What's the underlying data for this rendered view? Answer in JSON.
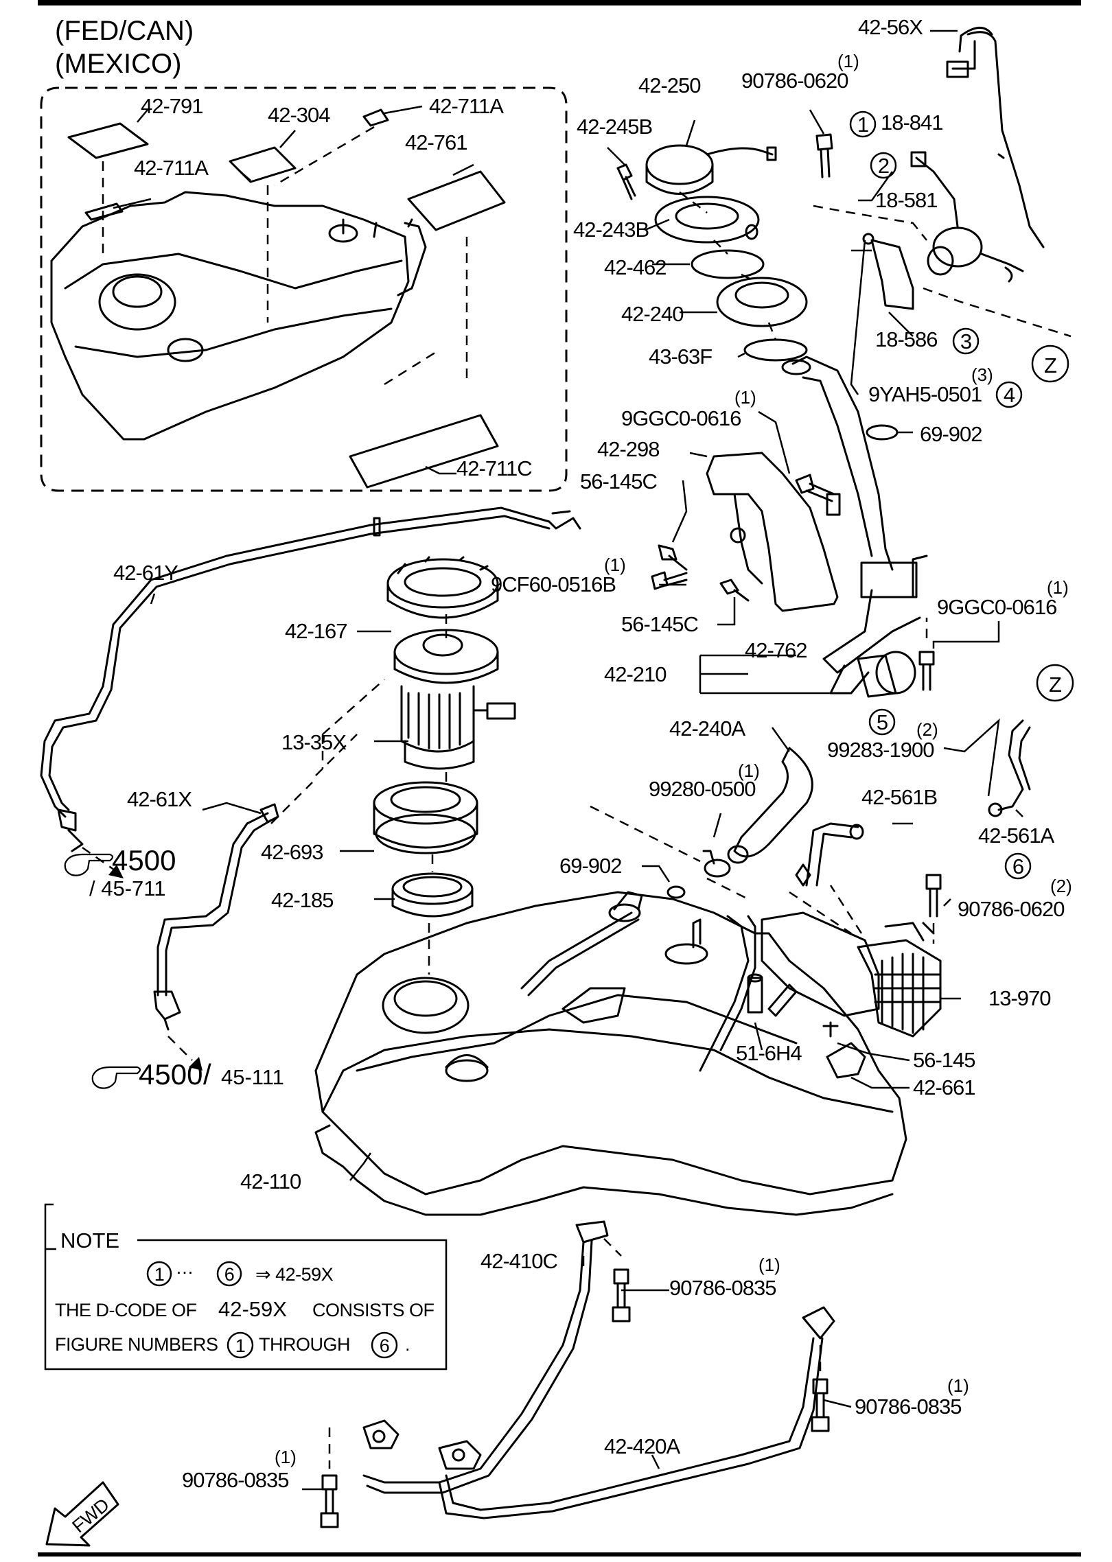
{
  "headers": {
    "fed_can": "(FED/CAN)",
    "mexico": "(MEXICO)"
  },
  "inset_labels": {
    "l42_791": "42-791",
    "l42_304": "42-304",
    "l42_711a_top": "42-711A",
    "l42_761": "42-761",
    "l42_711a_left": "42-711A",
    "l42_711c": "42-711C"
  },
  "labels": {
    "l42_56x": "42-56X",
    "q90786_0620_top": "(1)",
    "l90786_0620_top": "90786-0620",
    "l42_250": "42-250",
    "l42_245b": "42-245B",
    "l18_841": "18-841",
    "l18_581": "18-581",
    "l42_243b": "42-243B",
    "l42_462": "42-462",
    "l42_240": "42-240",
    "l18_586": "18-586",
    "l43_63f": "43-63F",
    "q9yah5": "(3)",
    "l9yah5": "9YAH5-0501",
    "q9ggc0_top": "(1)",
    "l9ggc0_top": "9GGC0-0616",
    "l69_902_top": "69-902",
    "l42_298": "42-298",
    "l56_145c_top": "56-145C",
    "q9cf60": "(1)",
    "l9cf60": "9CF60-0516B",
    "l56_145c_bot": "56-145C",
    "q9ggc0_right": "(1)",
    "l9ggc0_right": "9GGC0-0616",
    "l42_61y": "42-61Y",
    "l42_167": "42-167",
    "l42_762": "42-762",
    "l42_210": "42-210",
    "l13_35x": "13-35X",
    "l42_240a": "42-240A",
    "q99283": "(2)",
    "l99283": "99283-1900",
    "l42_61x": "42-61X",
    "q99280": "(1)",
    "l99280": "99280-0500",
    "l42_561b": "42-561B",
    "l42_693": "42-693",
    "l42_561a": "42-561A",
    "l69_902_mid": "69-902",
    "l42_185": "42-185",
    "q90786_0620_mid": "(2)",
    "l90786_0620_mid": "90786-0620",
    "l13_970": "13-970",
    "l51_6h4": "51-6H4",
    "l56_145": "56-145",
    "l42_661": "42-661",
    "l42_110": "42-110",
    "l42_410c": "42-410C",
    "q90786_0835_a": "(1)",
    "l90786_0835_a": "90786-0835",
    "q90786_0835_b": "(1)",
    "l90786_0835_b": "90786-0835",
    "l42_420a": "42-420A",
    "q90786_0835_c": "(1)",
    "l90786_0835_c": "90786-0835"
  },
  "circled": {
    "c1": "1",
    "c2": "2",
    "c3": "3",
    "c4": "4",
    "c5": "5",
    "c6": "6",
    "z_top": "Z",
    "z_mid": "Z"
  },
  "refs": {
    "ref1_num": "4500",
    "ref1_sub": "/ 45-711",
    "ref2_num": "4500",
    "ref2_slash": "/",
    "ref2_sub": "45-111"
  },
  "note": {
    "title": "NOTE",
    "line1_c1": "1",
    "line1_dots": "···",
    "line1_c6": "6",
    "line1_result": "⇒ 42-59X",
    "line2_a": "THE D-CODE OF",
    "line2_code": "42-59X",
    "line2_b": "CONSISTS OF",
    "line3_a": "FIGURE NUMBERS",
    "line3_c1": "1",
    "line3_mid": "THROUGH",
    "line3_c6": "6",
    "line3_end": "."
  },
  "fwd": "FWD",
  "icons": {
    "reference_hand": "pointing-hand-icon",
    "direction_arrow": "fwd-arrow-icon"
  }
}
